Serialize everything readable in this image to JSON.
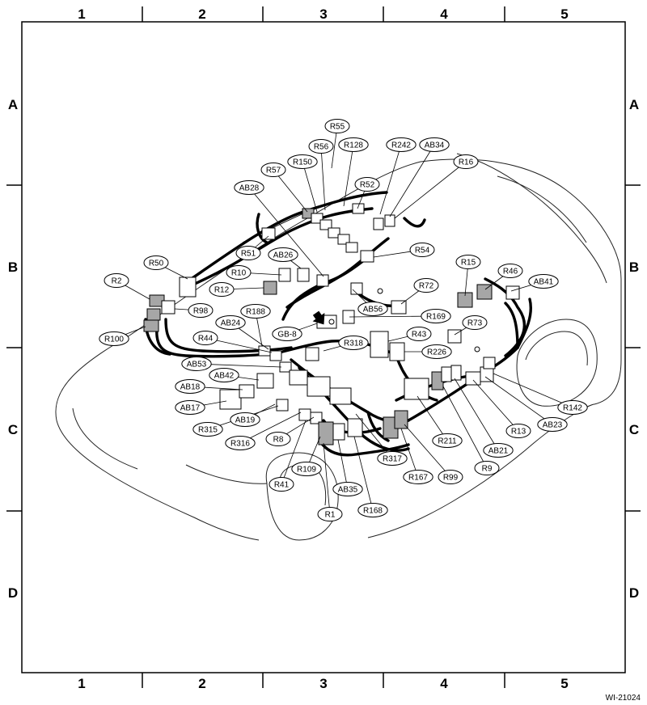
{
  "grid": {
    "columns": [
      "1",
      "2",
      "3",
      "4",
      "5"
    ],
    "rows": [
      "A",
      "B",
      "C",
      "D"
    ]
  },
  "figure_ref": "WI-21024",
  "colors": {
    "line": "#000000",
    "fill_white": "#ffffff",
    "fill_gray": "#a6a6a6"
  },
  "connectors": [
    {
      "id": "R55"
    },
    {
      "id": "R56"
    },
    {
      "id": "R128"
    },
    {
      "id": "R242"
    },
    {
      "id": "AB34"
    },
    {
      "id": "R150"
    },
    {
      "id": "R57"
    },
    {
      "id": "R16"
    },
    {
      "id": "AB28"
    },
    {
      "id": "R52"
    },
    {
      "id": "R54"
    },
    {
      "id": "R51"
    },
    {
      "id": "AB26"
    },
    {
      "id": "R50"
    },
    {
      "id": "R10"
    },
    {
      "id": "R2"
    },
    {
      "id": "R12"
    },
    {
      "id": "R15"
    },
    {
      "id": "R46"
    },
    {
      "id": "AB41"
    },
    {
      "id": "R72"
    },
    {
      "id": "R98"
    },
    {
      "id": "R188"
    },
    {
      "id": "AB56"
    },
    {
      "id": "R169"
    },
    {
      "id": "R100"
    },
    {
      "id": "AB24"
    },
    {
      "id": "R73"
    },
    {
      "id": "R44"
    },
    {
      "id": "GB-8"
    },
    {
      "id": "R43"
    },
    {
      "id": "R318"
    },
    {
      "id": "R226"
    },
    {
      "id": "AB53"
    },
    {
      "id": "AB42"
    },
    {
      "id": "AB18"
    },
    {
      "id": "R142"
    },
    {
      "id": "AB17"
    },
    {
      "id": "AB19"
    },
    {
      "id": "AB23"
    },
    {
      "id": "R315"
    },
    {
      "id": "R13"
    },
    {
      "id": "R211"
    },
    {
      "id": "R316"
    },
    {
      "id": "R8"
    },
    {
      "id": "AB21"
    },
    {
      "id": "R317"
    },
    {
      "id": "R9"
    },
    {
      "id": "R109"
    },
    {
      "id": "R167"
    },
    {
      "id": "R99"
    },
    {
      "id": "R41"
    },
    {
      "id": "AB35"
    },
    {
      "id": "R1"
    },
    {
      "id": "R168"
    }
  ]
}
